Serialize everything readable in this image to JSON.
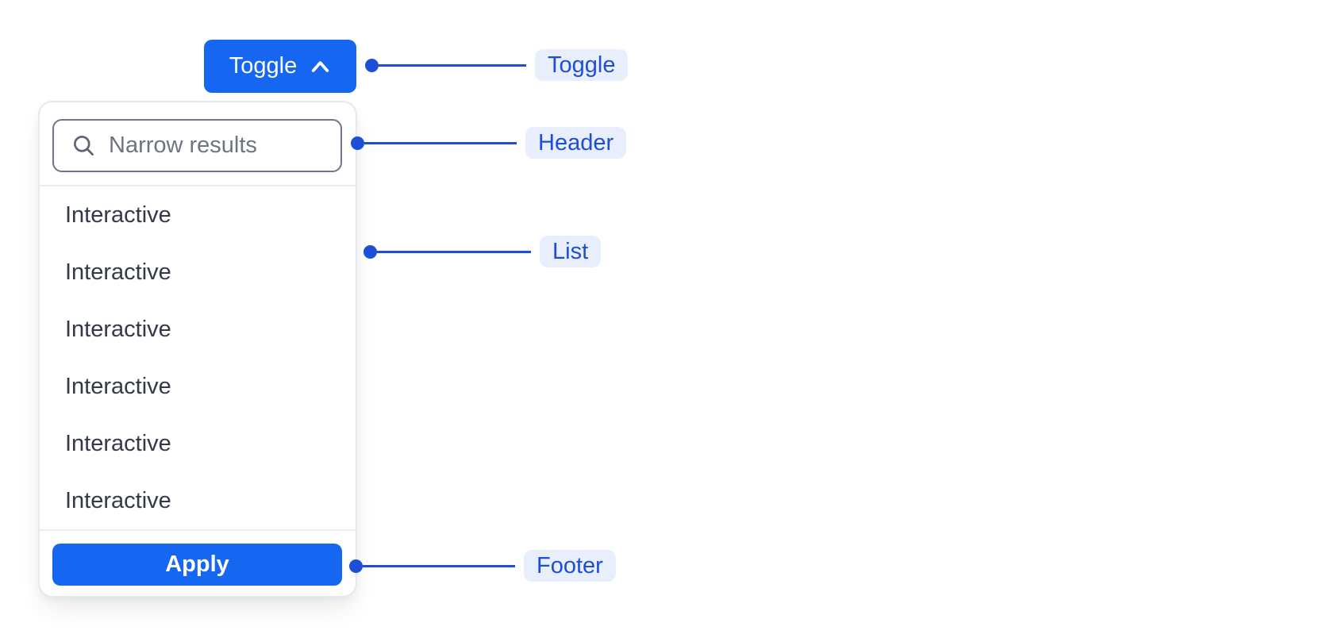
{
  "dropdown": {
    "toggle_label": "Toggle",
    "toggle_icon": "chevron-up-icon",
    "header": {
      "search_icon": "search-icon",
      "search_placeholder": "Narrow results",
      "search_value": ""
    },
    "items": [
      "Interactive",
      "Interactive",
      "Interactive",
      "Interactive",
      "Interactive",
      "Interactive"
    ],
    "footer": {
      "apply_label": "Apply"
    }
  },
  "annotations": {
    "toggle": "Toggle",
    "header": "Header",
    "list": "List",
    "footer": "Footer"
  },
  "colors": {
    "button_blue": "#1566f0",
    "annotation_blue": "#1d4ed8",
    "annotation_badge_bg": "#e8eefc",
    "list_text": "#333a46",
    "placeholder_gray": "#6e7480",
    "input_border_gray": "#6e7687",
    "panel_border_gray": "#e7e8ec",
    "divider_gray": "#eceef0"
  }
}
